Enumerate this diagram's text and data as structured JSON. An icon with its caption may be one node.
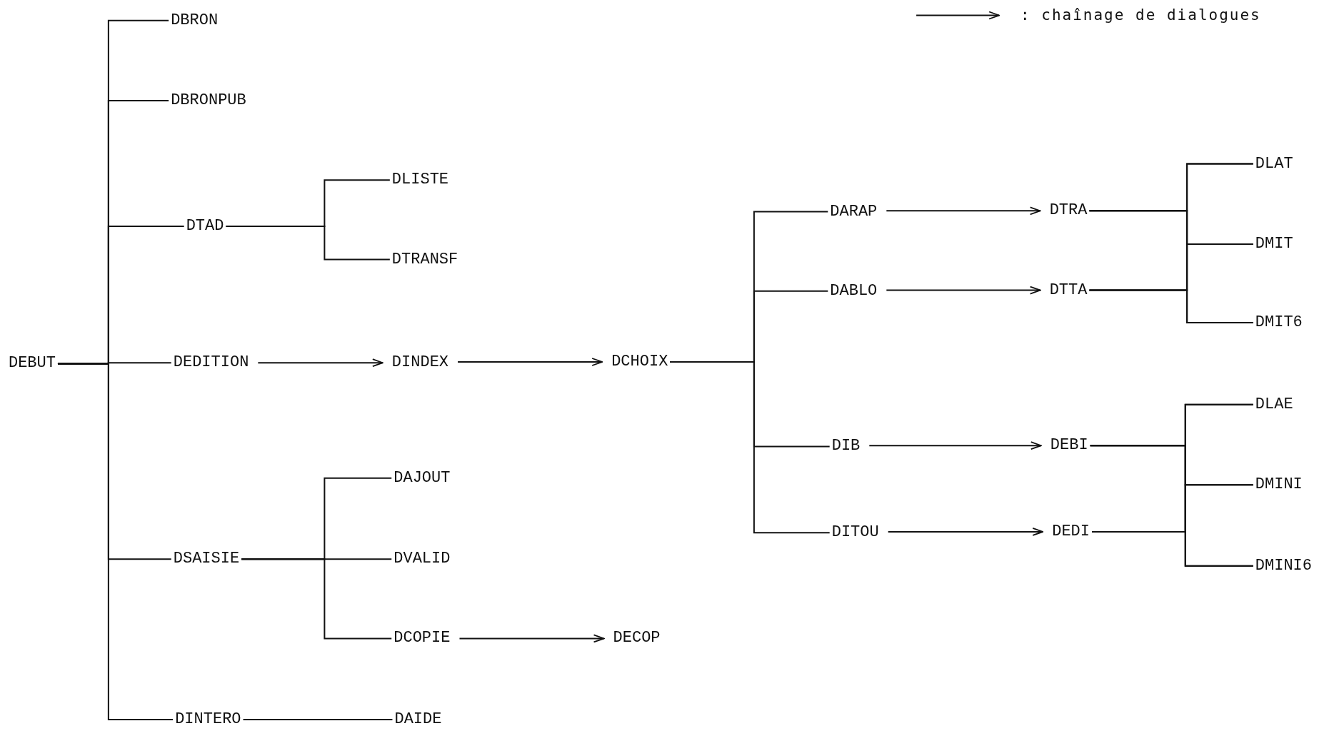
{
  "diagram": {
    "nodes": [
      {
        "text": [
          "DEBUT"
        ]
      },
      {
        "text": [
          "DBRON"
        ]
      },
      {
        "text": [
          "DBRONPUB"
        ]
      },
      {
        "text": [
          "DTAD"
        ]
      },
      {
        "text": [
          "DLISTE"
        ]
      },
      {
        "text": [
          "DTRANSF"
        ]
      },
      {
        "text": [
          "DEDITION"
        ]
      },
      {
        "text": [
          "DINDEX"
        ]
      },
      {
        "text": [
          "DCHOIX"
        ]
      },
      {
        "text": [
          "DARAP"
        ]
      },
      {
        "text": [
          "DTRA"
        ]
      },
      {
        "text": [
          "DLAT"
        ]
      },
      {
        "text": [
          "DMIT"
        ]
      },
      {
        "text": [
          "DMIT6"
        ]
      },
      {
        "text": [
          "DABLO"
        ]
      },
      {
        "text": [
          "DTTA"
        ]
      },
      {
        "text": [
          "DIB"
        ]
      },
      {
        "text": [
          "DEBI"
        ]
      },
      {
        "text": [
          "DLAE"
        ]
      },
      {
        "text": [
          "DMINI"
        ]
      },
      {
        "text": [
          "DMINI6"
        ]
      },
      {
        "text": [
          "DITOU"
        ]
      },
      {
        "text": [
          "DEDI"
        ]
      },
      {
        "text": [
          "DSAISIE"
        ]
      },
      {
        "text": [
          "DAJOUT"
        ]
      },
      {
        "text": [
          "DVALID"
        ]
      },
      {
        "text": [
          "DCOPIE"
        ]
      },
      {
        "text": [
          "DECOP"
        ]
      },
      {
        "text": [
          "DINTERO"
        ]
      },
      {
        "text": [
          "DAIDE"
        ]
      }
    ],
    "edges": [
      {
        "from": 0,
        "to": 1,
        "arrow": "none"
      },
      {
        "from": 0,
        "to": 2,
        "arrow": "none"
      },
      {
        "from": 0,
        "to": 3,
        "arrow": "none"
      },
      {
        "from": 0,
        "to": 6,
        "arrow": "none"
      },
      {
        "from": 0,
        "to": 23,
        "arrow": "none"
      },
      {
        "from": 0,
        "to": 28,
        "arrow": "none"
      },
      {
        "from": 3,
        "to": 4,
        "arrow": "none"
      },
      {
        "from": 3,
        "to": 5,
        "arrow": "none"
      },
      {
        "from": 6,
        "to": 7,
        "arrow": "to"
      },
      {
        "from": 7,
        "to": 8,
        "arrow": "to"
      },
      {
        "from": 8,
        "to": 9,
        "arrow": "none"
      },
      {
        "from": 8,
        "to": 14,
        "arrow": "none"
      },
      {
        "from": 8,
        "to": 16,
        "arrow": "none"
      },
      {
        "from": 8,
        "to": 21,
        "arrow": "none"
      },
      {
        "from": 9,
        "to": 10,
        "arrow": "to"
      },
      {
        "from": 14,
        "to": 15,
        "arrow": "to"
      },
      {
        "from": 16,
        "to": 17,
        "arrow": "to"
      },
      {
        "from": 21,
        "to": 22,
        "arrow": "to"
      },
      {
        "from": 10,
        "to": 11,
        "arrow": "none"
      },
      {
        "from": 10,
        "to": 12,
        "arrow": "none"
      },
      {
        "from": 10,
        "to": 13,
        "arrow": "none"
      },
      {
        "from": 15,
        "to": 11,
        "arrow": "none"
      },
      {
        "from": 15,
        "to": 12,
        "arrow": "none"
      },
      {
        "from": 15,
        "to": 13,
        "arrow": "none"
      },
      {
        "from": 17,
        "to": 18,
        "arrow": "none"
      },
      {
        "from": 17,
        "to": 19,
        "arrow": "none"
      },
      {
        "from": 17,
        "to": 20,
        "arrow": "none"
      },
      {
        "from": 22,
        "to": 18,
        "arrow": "none"
      },
      {
        "from": 22,
        "to": 19,
        "arrow": "none"
      },
      {
        "from": 22,
        "to": 20,
        "arrow": "none"
      },
      {
        "from": 23,
        "to": 24,
        "arrow": "none"
      },
      {
        "from": 23,
        "to": 25,
        "arrow": "none"
      },
      {
        "from": 23,
        "to": 26,
        "arrow": "none"
      },
      {
        "from": 26,
        "to": 27,
        "arrow": "to"
      },
      {
        "from": 28,
        "to": 29,
        "arrow": "none"
      }
    ],
    "legend": [
      {
        "text": ": chaînage de dialogues"
      }
    ]
  }
}
